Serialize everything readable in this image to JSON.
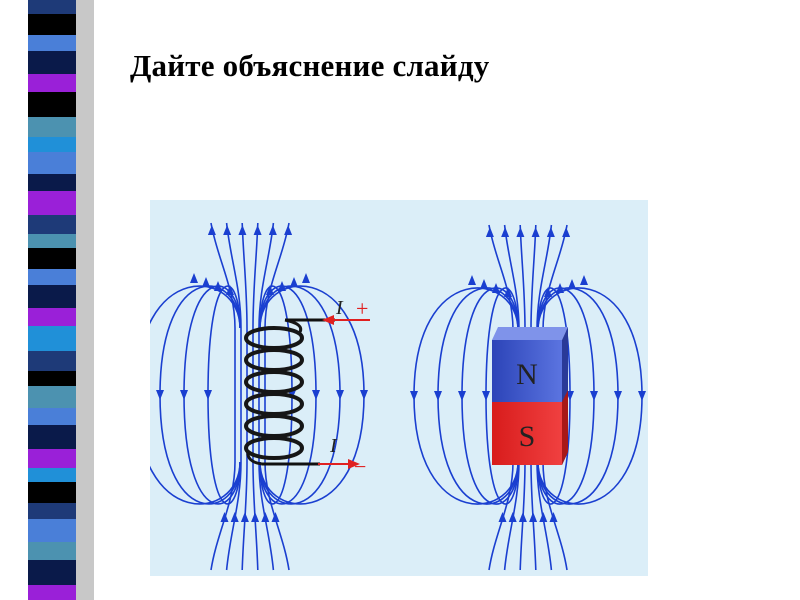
{
  "slide": {
    "title": "Дайте  объяснение слайду"
  },
  "figure": {
    "coil": {
      "current_label_top": "I",
      "current_label_bottom": "I",
      "plus_sign": "+",
      "minus_sign": "−"
    },
    "magnet": {
      "north_label": "N",
      "south_label": "S"
    }
  },
  "colors": {
    "field_lines": "#1a3fd0",
    "figure_background": "#dbeef8",
    "current_arrow": "#e02020",
    "magnet_north": "#3b55c8",
    "magnet_south": "#e02525",
    "side_bar": "#c8c8c8",
    "strip_tiles": [
      "#1e3a78",
      "#000000",
      "#4a7fd8",
      "#9a20d8",
      "#4c92b0",
      "#2090d8",
      "#0a1a4a"
    ]
  }
}
